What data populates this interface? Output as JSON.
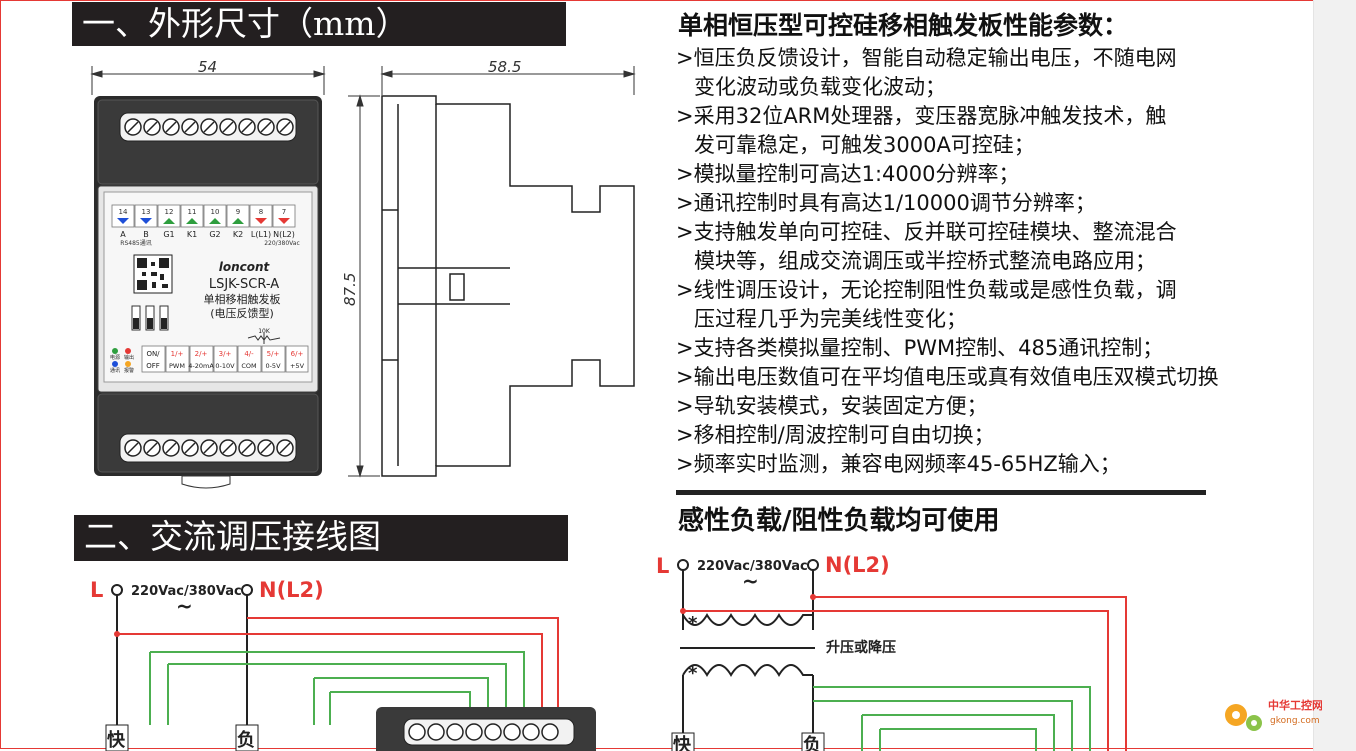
{
  "section1_title": "一、外形尺寸（mm）",
  "section2_title": "二、交流调压接线图",
  "dimensions": {
    "front_width": "54",
    "side_width": "58.5",
    "height": "87.5"
  },
  "device": {
    "terminal_numbers": [
      "14",
      "13",
      "12",
      "11",
      "10",
      "9",
      "8",
      "7"
    ],
    "terminal_labels": [
      "A",
      "B",
      "G1",
      "K1",
      "G2",
      "K2",
      "L(L1)",
      "N(L2)"
    ],
    "rs485_label": "RS485通讯",
    "voltage_label": "220/380Vac",
    "brand": "loncont",
    "model": "LSJK-SCR-A",
    "desc1": "单相移相触发板",
    "desc2": "(电压反馈型)",
    "pot_label": "10K",
    "bottom_numbers": [
      "1/+",
      "2/+",
      "3/+",
      "4/-",
      "5/+",
      "6/+"
    ],
    "bottom_labels": [
      "PWM",
      "4-20mA",
      "0-10V",
      "COM",
      "0-5V",
      "+5V"
    ],
    "switch_label_top": "ON/",
    "switch_label_bottom": "OFF",
    "led_power": "电源",
    "led_output": "输出",
    "led_comm": "通讯",
    "led_alarm": "报警"
  },
  "right_title": "单相恒压型可控硅移相触发板性能参数：",
  "features": [
    {
      "line1": ">恒压负反馈设计，智能自动稳定输出电压，不随电网",
      "line2": "变化波动或负载变化波动；"
    },
    {
      "line1": ">采用32位ARM处理器，变压器宽脉冲触发技术，触",
      "line2": "发可靠稳定，可触发3000A可控硅；"
    },
    {
      "line1": ">模拟量控制可高达1:4000分辨率；",
      "line2": ""
    },
    {
      "line1": ">通讯控制时具有高达1/10000调节分辨率；",
      "line2": ""
    },
    {
      "line1": ">支持触发单向可控硅、反并联可控硅模块、整流混合",
      "line2": "模块等，组成交流调压或半控桥式整流电路应用；"
    },
    {
      "line1": ">线性调压设计，无论控制阻性负载或是感性负载，调",
      "line2": "压过程几乎为完美线性变化；"
    },
    {
      "line1": ">支持各类模拟量控制、PWM控制、485通讯控制；",
      "line2": ""
    },
    {
      "line1": ">输出电压数值可在平均值电压或真有效值电压双模式切换",
      "line2": ""
    },
    {
      "line1": ">导轨安装模式，安装固定方便；",
      "line2": ""
    },
    {
      "line1": ">移相控制/周波控制可自由切换；",
      "line2": ""
    },
    {
      "line1": ">频率实时监测，兼容电网频率45-65HZ输入；",
      "line2": ""
    }
  ],
  "load_note": "感性负载/阻性负载均可使用",
  "wiring_left": {
    "L": "L",
    "voltage": "220Vac/380Vac",
    "tilde": "~",
    "N": "N(L2)",
    "fast_label": "快",
    "load_label": "负"
  },
  "wiring_right": {
    "L": "L",
    "voltage": "220Vac/380Vac",
    "tilde": "~",
    "N": "N(L2)",
    "transformer_label": "升压或降压",
    "fast_label": "快",
    "load_label": "负"
  },
  "watermark": {
    "line1": "中华工控网",
    "line2": "gkong.com"
  },
  "colors": {
    "red_wire": "#e53935",
    "green_wire": "#4caf50",
    "banner_bg": "#231f20"
  }
}
